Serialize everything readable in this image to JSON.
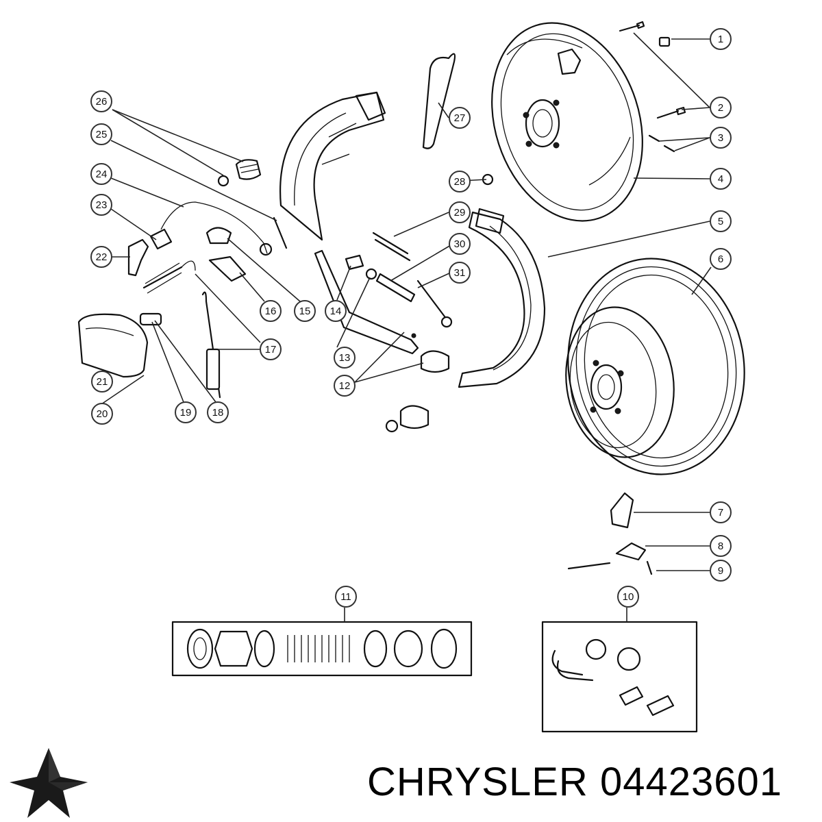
{
  "brand": {
    "name": "CHRYSLER",
    "part_number": "04423601",
    "logo": "chrysler-pentastar-icon"
  },
  "callouts": [
    "1",
    "2",
    "3",
    "4",
    "5",
    "6",
    "7",
    "8",
    "9",
    "10",
    "11",
    "12",
    "13",
    "14",
    "15",
    "16",
    "17",
    "18",
    "19",
    "20",
    "21",
    "22",
    "23",
    "24",
    "25",
    "26",
    "27",
    "28",
    "29",
    "30",
    "31"
  ],
  "colors": {
    "line": "#111111",
    "background": "#ffffff"
  }
}
